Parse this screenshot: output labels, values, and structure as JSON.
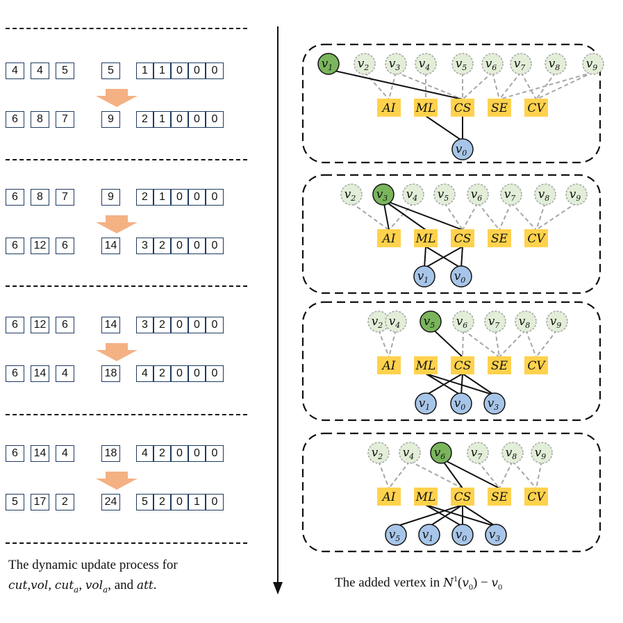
{
  "left_steps": [
    {
      "before": [
        "4",
        "4",
        "5",
        "5",
        "1",
        "1",
        "0",
        "0",
        "0"
      ],
      "after": [
        "6",
        "8",
        "7",
        "9",
        "2",
        "1",
        "0",
        "0",
        "0"
      ]
    },
    {
      "before": [
        "6",
        "8",
        "7",
        "9",
        "2",
        "1",
        "0",
        "0",
        "0"
      ],
      "after": [
        "6",
        "12",
        "6",
        "14",
        "3",
        "2",
        "0",
        "0",
        "0"
      ]
    },
    {
      "before": [
        "6",
        "12",
        "6",
        "14",
        "3",
        "2",
        "0",
        "0",
        "0"
      ],
      "after": [
        "6",
        "14",
        "4",
        "18",
        "4",
        "2",
        "0",
        "0",
        "0"
      ]
    },
    {
      "before": [
        "6",
        "14",
        "4",
        "18",
        "4",
        "2",
        "0",
        "0",
        "0"
      ],
      "after": [
        "5",
        "17",
        "2",
        "24",
        "5",
        "2",
        "0",
        "1",
        "0"
      ]
    }
  ],
  "left_caption": {
    "line1": "The dynamic update process for",
    "line2_a": "cut",
    "line2_b": ",",
    "line2_c": "vol",
    "line2_d": ",  ",
    "line2_e": "cut",
    "line2_e_sub": "a",
    "line2_f": ",  ",
    "line2_g": "vol",
    "line2_g_sub": "a",
    "line2_h": ", and ",
    "line2_i": "att",
    "line2_j": "."
  },
  "right_caption": {
    "prefix": "The added vertex in ",
    "math": "N",
    "sup": "1",
    "paren_open": "(",
    "v": "v",
    "sub0": "0",
    "paren_close": ")",
    "minus": " − ",
    "v2": "v",
    "sub02": "0"
  },
  "categories": [
    "AI",
    "ML",
    "CS",
    "SE",
    "CV"
  ],
  "colors": {
    "green_selected": "#7ab55c",
    "green_light": "#e2eed8",
    "blue": "#a7c5e8",
    "category": "#ffd24d",
    "arrow": "#f4b183",
    "cell_border": "#1f3a5f"
  },
  "panels": [
    {
      "top_nodes": [
        {
          "label": "v",
          "sub": "1",
          "state": "selected"
        },
        {
          "label": "v",
          "sub": "2",
          "state": "light"
        },
        {
          "label": "v",
          "sub": "3",
          "state": "light"
        },
        {
          "label": "v",
          "sub": "4",
          "state": "light"
        },
        {
          "label": "v",
          "sub": "5",
          "state": "light"
        },
        {
          "label": "v",
          "sub": "6",
          "state": "light"
        },
        {
          "label": "v",
          "sub": "7",
          "state": "light"
        },
        {
          "label": "v",
          "sub": "8",
          "state": "light"
        },
        {
          "label": "v",
          "sub": "9",
          "state": "light"
        }
      ],
      "bottom_nodes": [
        {
          "label": "v",
          "sub": "0"
        }
      ]
    },
    {
      "top_nodes": [
        {
          "label": "v",
          "sub": "2",
          "state": "light"
        },
        {
          "label": "v",
          "sub": "3",
          "state": "selected"
        },
        {
          "label": "v",
          "sub": "4",
          "state": "light"
        },
        {
          "label": "v",
          "sub": "5",
          "state": "light"
        },
        {
          "label": "v",
          "sub": "6",
          "state": "light"
        },
        {
          "label": "v",
          "sub": "7",
          "state": "light"
        },
        {
          "label": "v",
          "sub": "8",
          "state": "light"
        },
        {
          "label": "v",
          "sub": "9",
          "state": "light"
        }
      ],
      "bottom_nodes": [
        {
          "label": "v",
          "sub": "1"
        },
        {
          "label": "v",
          "sub": "0"
        }
      ]
    },
    {
      "top_nodes": [
        {
          "label": "v",
          "sub": "2",
          "state": "light"
        },
        {
          "label": "v",
          "sub": "4",
          "state": "light"
        },
        {
          "label": "v",
          "sub": "5",
          "state": "selected"
        },
        {
          "label": "v",
          "sub": "6",
          "state": "light"
        },
        {
          "label": "v",
          "sub": "7",
          "state": "light"
        },
        {
          "label": "v",
          "sub": "8",
          "state": "light"
        },
        {
          "label": "v",
          "sub": "9",
          "state": "light"
        }
      ],
      "bottom_nodes": [
        {
          "label": "v",
          "sub": "1"
        },
        {
          "label": "v",
          "sub": "0"
        },
        {
          "label": "v",
          "sub": "3"
        }
      ]
    },
    {
      "top_nodes": [
        {
          "label": "v",
          "sub": "2",
          "state": "light"
        },
        {
          "label": "v",
          "sub": "4",
          "state": "light"
        },
        {
          "label": "v",
          "sub": "6",
          "state": "selected"
        },
        {
          "label": "v",
          "sub": "7",
          "state": "light"
        },
        {
          "label": "v",
          "sub": "8",
          "state": "light"
        },
        {
          "label": "v",
          "sub": "9",
          "state": "light"
        }
      ],
      "bottom_nodes": [
        {
          "label": "v",
          "sub": "5"
        },
        {
          "label": "v",
          "sub": "1"
        },
        {
          "label": "v",
          "sub": "0"
        },
        {
          "label": "v",
          "sub": "3"
        }
      ]
    }
  ]
}
